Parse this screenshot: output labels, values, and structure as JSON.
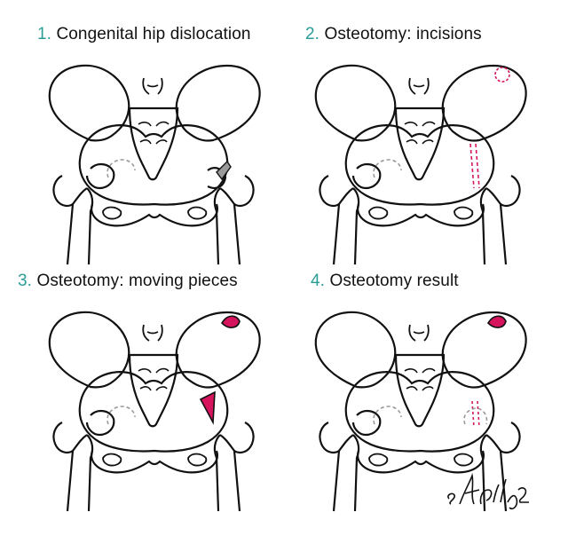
{
  "panels": [
    {
      "number": "1.",
      "title": "Congenital hip dislocation",
      "variant": "dislocation"
    },
    {
      "number": "2.",
      "title": "Osteotomy: incisions",
      "variant": "incisions"
    },
    {
      "number": "3.",
      "title": "Osteotomy: moving pieces",
      "variant": "moving"
    },
    {
      "number": "4.",
      "title": "Osteotomy result",
      "variant": "result"
    }
  ],
  "colors": {
    "caption_number": "#2a9d96",
    "line": "#111111",
    "highlight": "#d6145e",
    "shadow": "#9a9a9a"
  },
  "signature": "S.Reilly"
}
